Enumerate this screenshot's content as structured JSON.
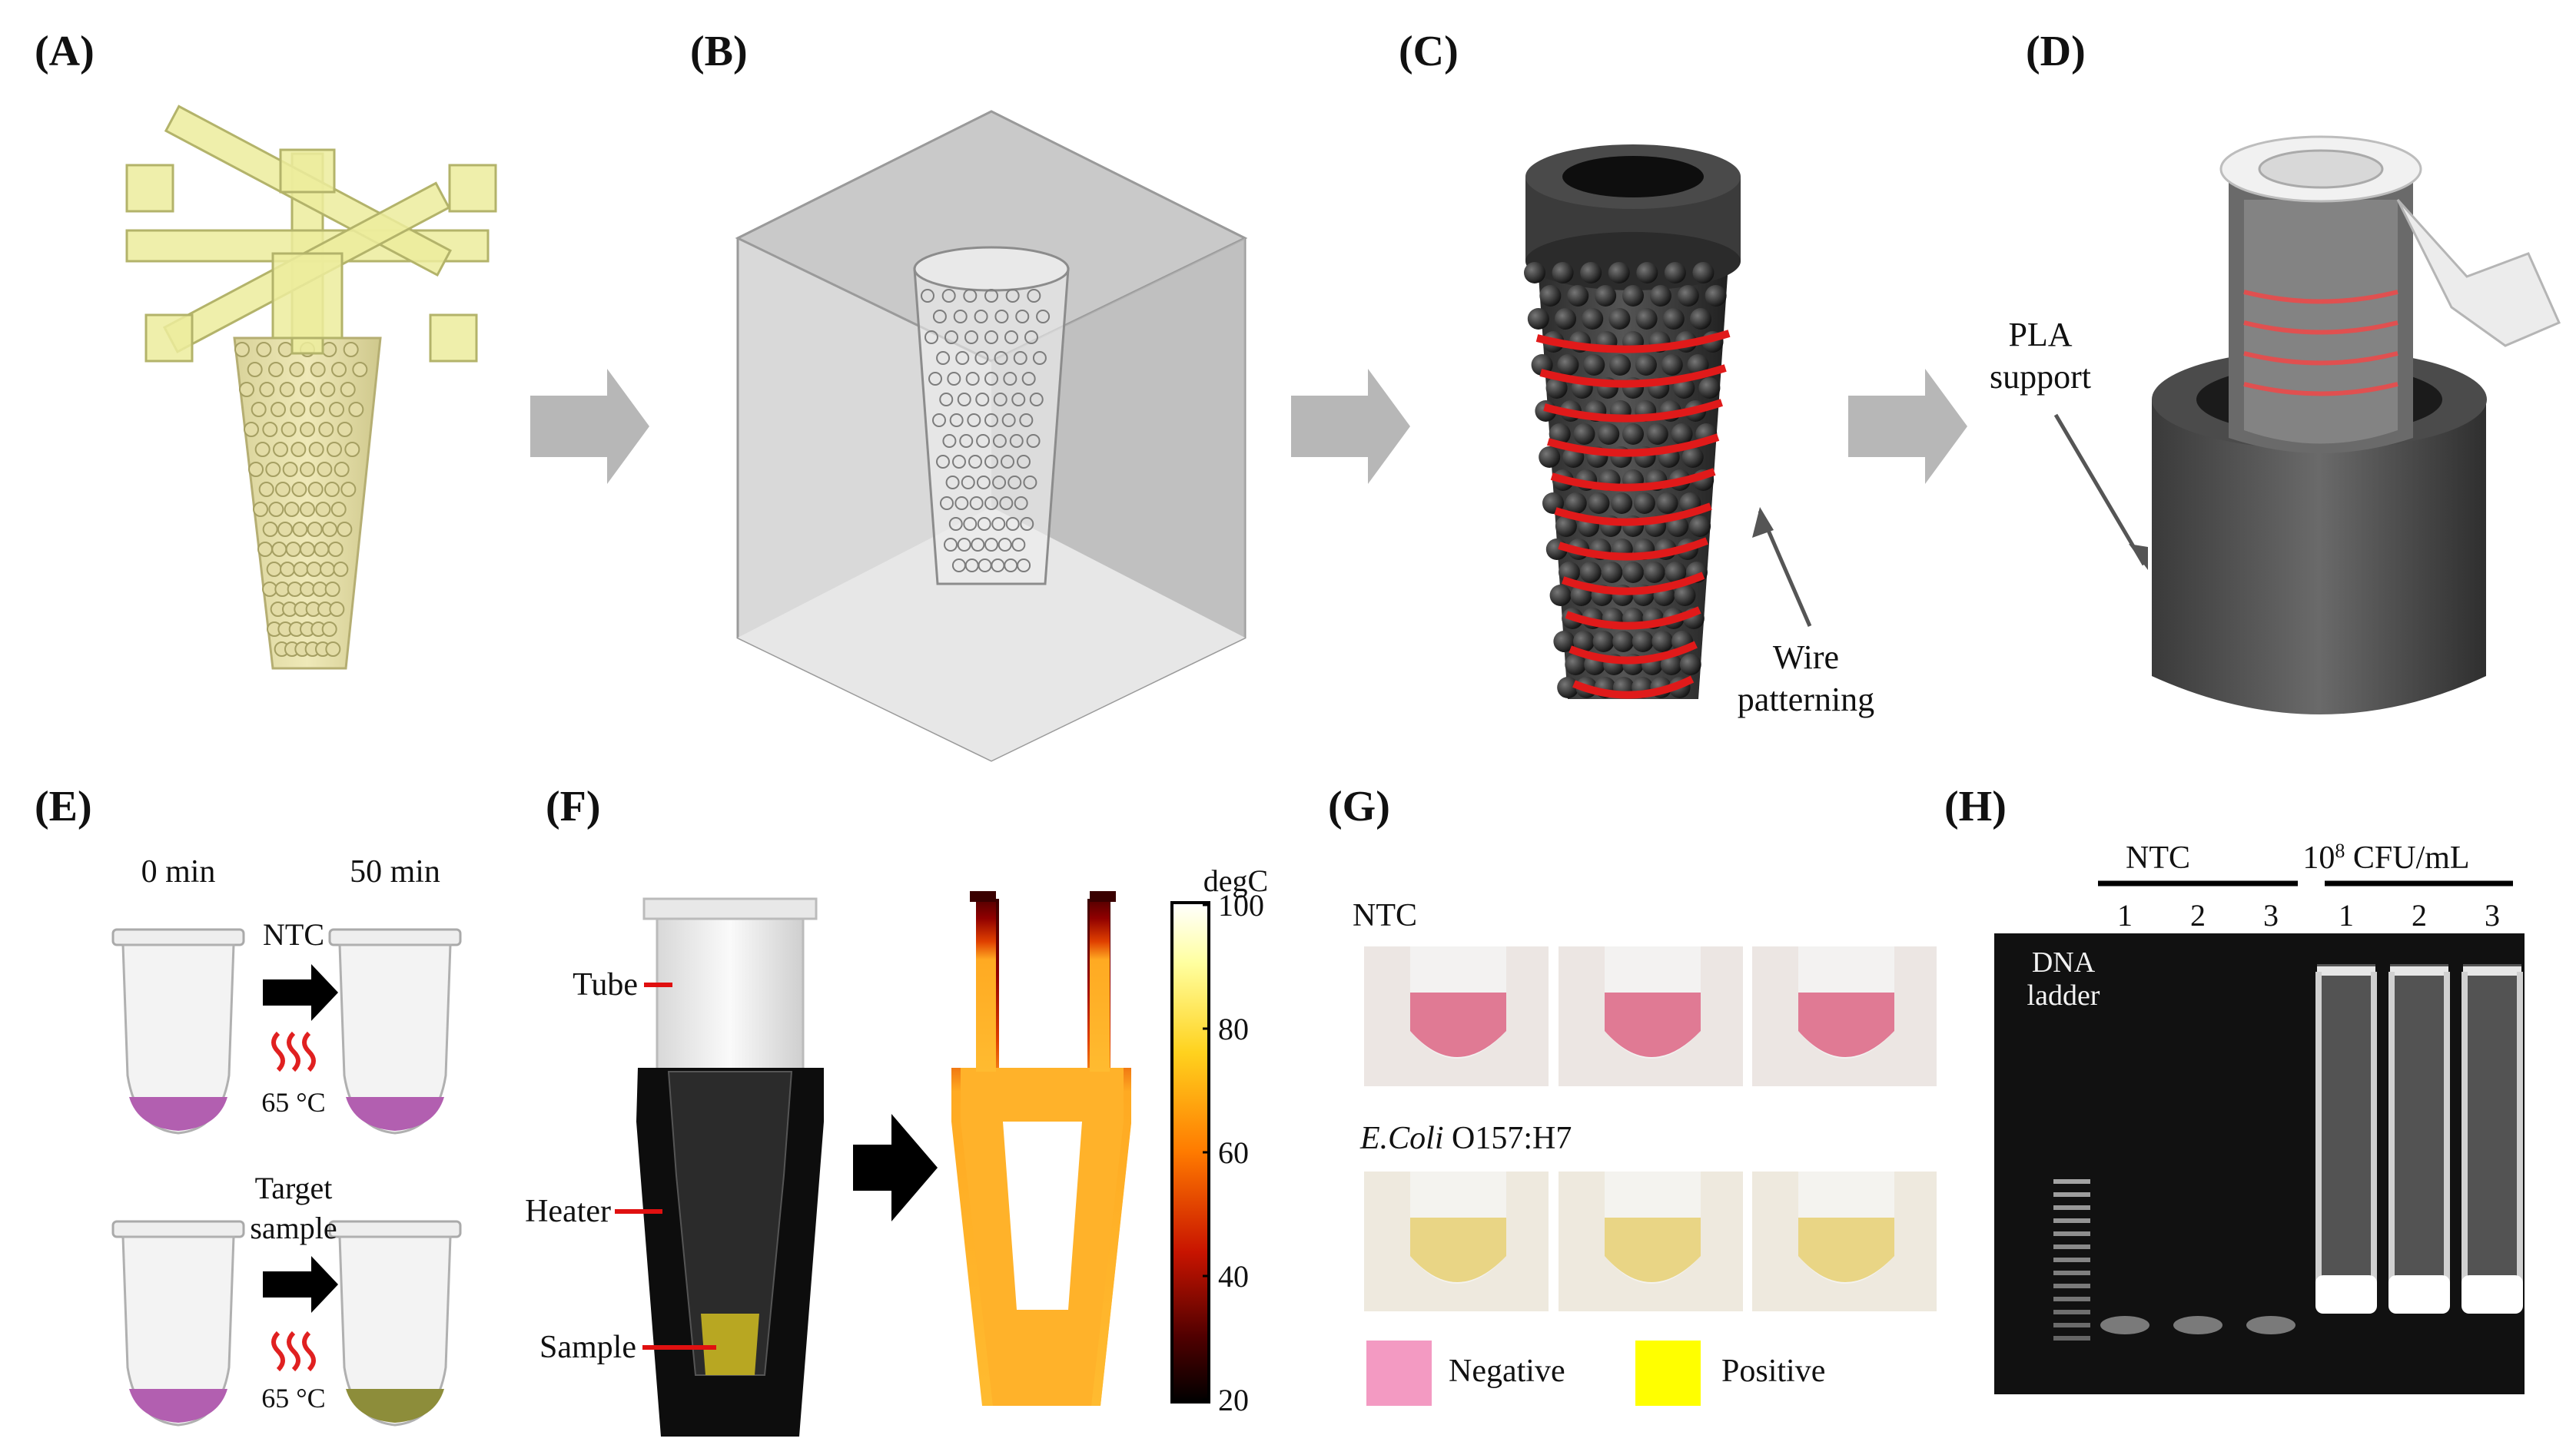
{
  "panel_labels": [
    "(A)",
    "(B)",
    "(C)",
    "(D)",
    "(E)",
    "(F)",
    "(G)",
    "(H)"
  ],
  "panel_c": {
    "annotation": [
      "Wire",
      "patterning"
    ]
  },
  "panel_d": {
    "annotation": [
      "PLA",
      "support"
    ]
  },
  "panel_e": {
    "time_start": "0 min",
    "time_end": "50 min",
    "row1_label": "NTC",
    "row2_label": [
      "Target",
      "sample"
    ],
    "temperature": "65 °C",
    "colors": {
      "negative": "#b25fb0",
      "positive": "#8d8d3a"
    }
  },
  "panel_f": {
    "labels": [
      "Tube",
      "Heater",
      "Sample"
    ],
    "colorbar_unit": "degC",
    "colorbar_ticks": [
      "100",
      "80",
      "60",
      "40",
      "20"
    ]
  },
  "panel_g": {
    "row1_label": "NTC",
    "row2_label_italic": "E.Coli",
    "row2_label_rest": " O157:H7",
    "legend": [
      {
        "label": "Negative",
        "color": "#f39ac2"
      },
      {
        "label": "Positive",
        "color": "#ffff00"
      }
    ]
  },
  "panel_h": {
    "group1": "NTC",
    "group2_base": "10",
    "group2_exp": "8",
    "group2_rest": " CFU/mL",
    "lanes": [
      "1",
      "2",
      "3",
      "1",
      "2",
      "3"
    ],
    "ladder_label": [
      "DNA",
      "ladder"
    ]
  }
}
